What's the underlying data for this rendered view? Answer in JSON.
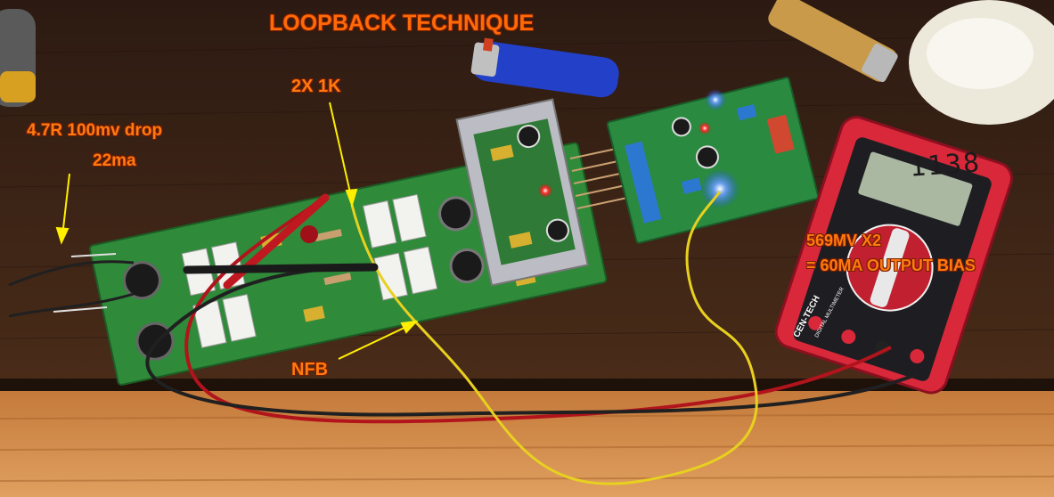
{
  "annotations": {
    "title": "LOOPBACK TECHNIQUE",
    "resistors": "2X 1K",
    "drop_line1": "4.7R 100mv drop",
    "drop_line2": "22ma",
    "feedback": "NFB",
    "bias_line1": "569MV X2",
    "bias_line2": "= 60MA OUTPUT BIAS"
  },
  "meter": {
    "reading": "1138",
    "brand": "CEN-TECH",
    "label": "DIGITAL MULTIMETER"
  },
  "colors": {
    "annotation_text": "#ff7a10",
    "arrow": "#ffee00",
    "table": "#3a2418",
    "pcb": "#2f8a3a",
    "meter_body": "#d8283a",
    "led": "#3d7bff"
  }
}
